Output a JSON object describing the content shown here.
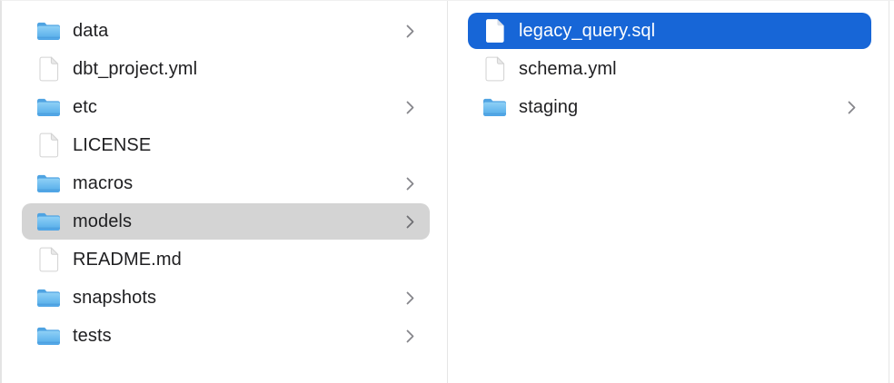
{
  "app": "finder-column-view",
  "colors": {
    "selection_blue": "#1766d7",
    "selection_gray": "#d4d4d4",
    "divider_gray": "#e6e6e6",
    "folder_blue": "#5bb0ea",
    "chevron_gray": "#86868b",
    "text_dark": "#1f1f21",
    "selected_text": "#ffffff"
  },
  "columns": [
    {
      "name": "left-column",
      "items": [
        {
          "label": "data",
          "type": "folder",
          "chevron": true,
          "selected": null
        },
        {
          "label": "dbt_project.yml",
          "type": "file",
          "chevron": false,
          "selected": null
        },
        {
          "label": "etc",
          "type": "folder",
          "chevron": true,
          "selected": null
        },
        {
          "label": "LICENSE",
          "type": "file",
          "chevron": false,
          "selected": null
        },
        {
          "label": "macros",
          "type": "folder",
          "chevron": true,
          "selected": null
        },
        {
          "label": "models",
          "type": "folder",
          "chevron": true,
          "selected": "secondary"
        },
        {
          "label": "README.md",
          "type": "file",
          "chevron": false,
          "selected": null
        },
        {
          "label": "snapshots",
          "type": "folder",
          "chevron": true,
          "selected": null
        },
        {
          "label": "tests",
          "type": "folder",
          "chevron": true,
          "selected": null
        }
      ]
    },
    {
      "name": "right-column",
      "items": [
        {
          "label": "legacy_query.sql",
          "type": "file",
          "chevron": false,
          "selected": "primary"
        },
        {
          "label": "schema.yml",
          "type": "file",
          "chevron": false,
          "selected": null
        },
        {
          "label": "staging",
          "type": "folder",
          "chevron": true,
          "selected": null
        }
      ]
    }
  ]
}
